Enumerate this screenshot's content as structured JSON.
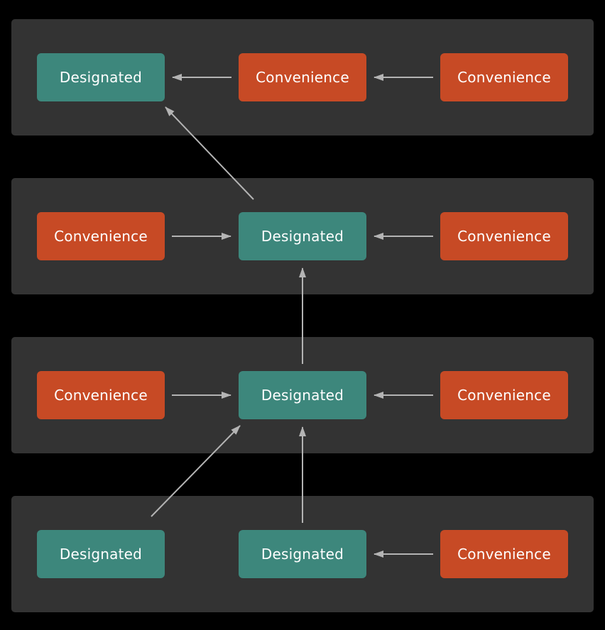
{
  "colors": {
    "background": "#000000",
    "panel": "#333333",
    "designated": "#3d877c",
    "convenience": "#c74a25",
    "arrow": "#b4b4b4"
  },
  "rows": [
    {
      "nodes": [
        {
          "kind": "designated",
          "label": "Designated"
        },
        {
          "kind": "convenience",
          "label": "Convenience"
        },
        {
          "kind": "convenience",
          "label": "Convenience"
        }
      ]
    },
    {
      "nodes": [
        {
          "kind": "convenience",
          "label": "Convenience"
        },
        {
          "kind": "designated",
          "label": "Designated"
        },
        {
          "kind": "convenience",
          "label": "Convenience"
        }
      ]
    },
    {
      "nodes": [
        {
          "kind": "convenience",
          "label": "Convenience"
        },
        {
          "kind": "designated",
          "label": "Designated"
        },
        {
          "kind": "convenience",
          "label": "Convenience"
        }
      ]
    },
    {
      "nodes": [
        {
          "kind": "designated",
          "label": "Designated"
        },
        {
          "kind": "designated",
          "label": "Designated"
        },
        {
          "kind": "convenience",
          "label": "Convenience"
        }
      ]
    }
  ],
  "edges": [
    {
      "from": "r0c1",
      "to": "r0c0"
    },
    {
      "from": "r0c2",
      "to": "r0c1"
    },
    {
      "from": "r1c1",
      "to": "r0c0"
    },
    {
      "from": "r1c0",
      "to": "r1c1"
    },
    {
      "from": "r1c2",
      "to": "r1c1"
    },
    {
      "from": "r2c1",
      "to": "r1c1"
    },
    {
      "from": "r2c0",
      "to": "r2c1"
    },
    {
      "from": "r2c2",
      "to": "r2c1"
    },
    {
      "from": "r3c0",
      "to": "r2c1"
    },
    {
      "from": "r3c1",
      "to": "r2c1"
    },
    {
      "from": "r3c2",
      "to": "r3c1"
    }
  ]
}
